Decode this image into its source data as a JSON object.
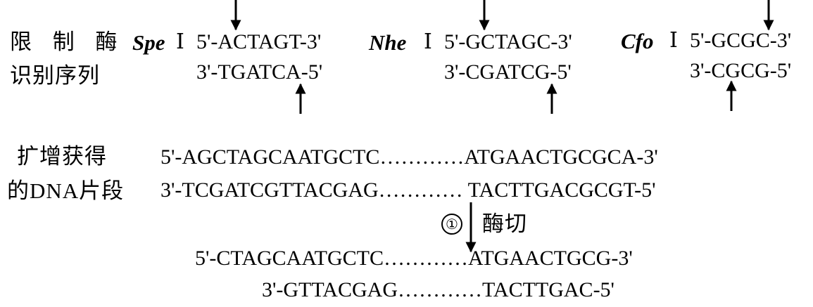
{
  "recognition": {
    "label_line1": "限 制 酶",
    "label_line2": "识别序列",
    "enzymes": [
      {
        "name": "Spe",
        "numeral": "Ⅰ",
        "top": "5'-ACTAGT-3'",
        "bottom": "3'-TGATCA-5'"
      },
      {
        "name": "Nhe",
        "numeral": "Ⅰ",
        "top": "5'-GCTAGC-3'",
        "bottom": "3'-CGATCG-5'"
      },
      {
        "name": "Cfo",
        "numeral": "Ⅰ",
        "top": "5'-GCGC-3'",
        "bottom": "3'-CGCG-5'"
      }
    ]
  },
  "amplified": {
    "label_line1": "扩增获得",
    "label_line2": "的DNA片段",
    "top": "5'-AGCTAGCAATGCTC…………ATGAACTGCGCA-3'",
    "bottom": "3'-TCGATCGTTACGAG………… TACTTGACGCGT-5'"
  },
  "step": {
    "number": "①",
    "label": "酶切"
  },
  "product": {
    "top": "5'-CTAGCAATGCTC…………ATGAACTGCG-3'",
    "bottom": "3'-GTTACGAG…………TACTTGAC-5'"
  }
}
